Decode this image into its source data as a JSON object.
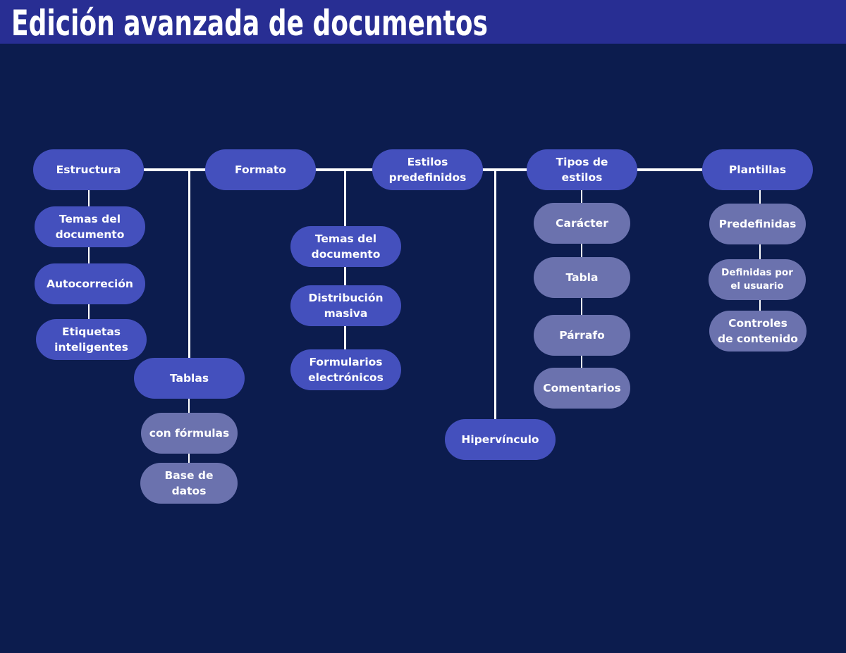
{
  "header": {
    "title": "Edición avanzada de documentos"
  },
  "colors": {
    "background": "#0c1c4e",
    "header": "#282e93",
    "primary_node": "#4450bd",
    "secondary_node": "#6b72ae",
    "connector": "#ffffff"
  },
  "diagram": {
    "main": [
      {
        "id": "estructura",
        "label": "Estructura"
      },
      {
        "id": "formato",
        "label": "Formato"
      },
      {
        "id": "estilos",
        "label": "Estilos\npredefinidos"
      },
      {
        "id": "tipos",
        "label": "Tipos de\nestilos"
      },
      {
        "id": "plantillas",
        "label": "Plantillas"
      }
    ],
    "estructura_children": [
      {
        "label": "Temas del\ndocumento"
      },
      {
        "label": "Autocorreción"
      },
      {
        "label": "Etiquetas\ninteligentes"
      }
    ],
    "tablas": {
      "label": "Tablas",
      "children": [
        {
          "label": "con fórmulas"
        },
        {
          "label": "Base de\ndatos"
        }
      ]
    },
    "formato_children": [
      {
        "label": "Temas del\ndocumento"
      },
      {
        "label": "Distribución\nmasiva"
      },
      {
        "label": "Formularios\nelectrónicos"
      }
    ],
    "hipervinculo": {
      "label": "Hipervínculo"
    },
    "tipos_children": [
      {
        "label": "Carácter"
      },
      {
        "label": "Tabla"
      },
      {
        "label": "Párrafo"
      },
      {
        "label": "Comentarios"
      }
    ],
    "plantillas_children": [
      {
        "label": "Predefinidas"
      },
      {
        "label": "Definidas por\nel usuario"
      },
      {
        "label": "Controles\nde contenido"
      }
    ]
  }
}
